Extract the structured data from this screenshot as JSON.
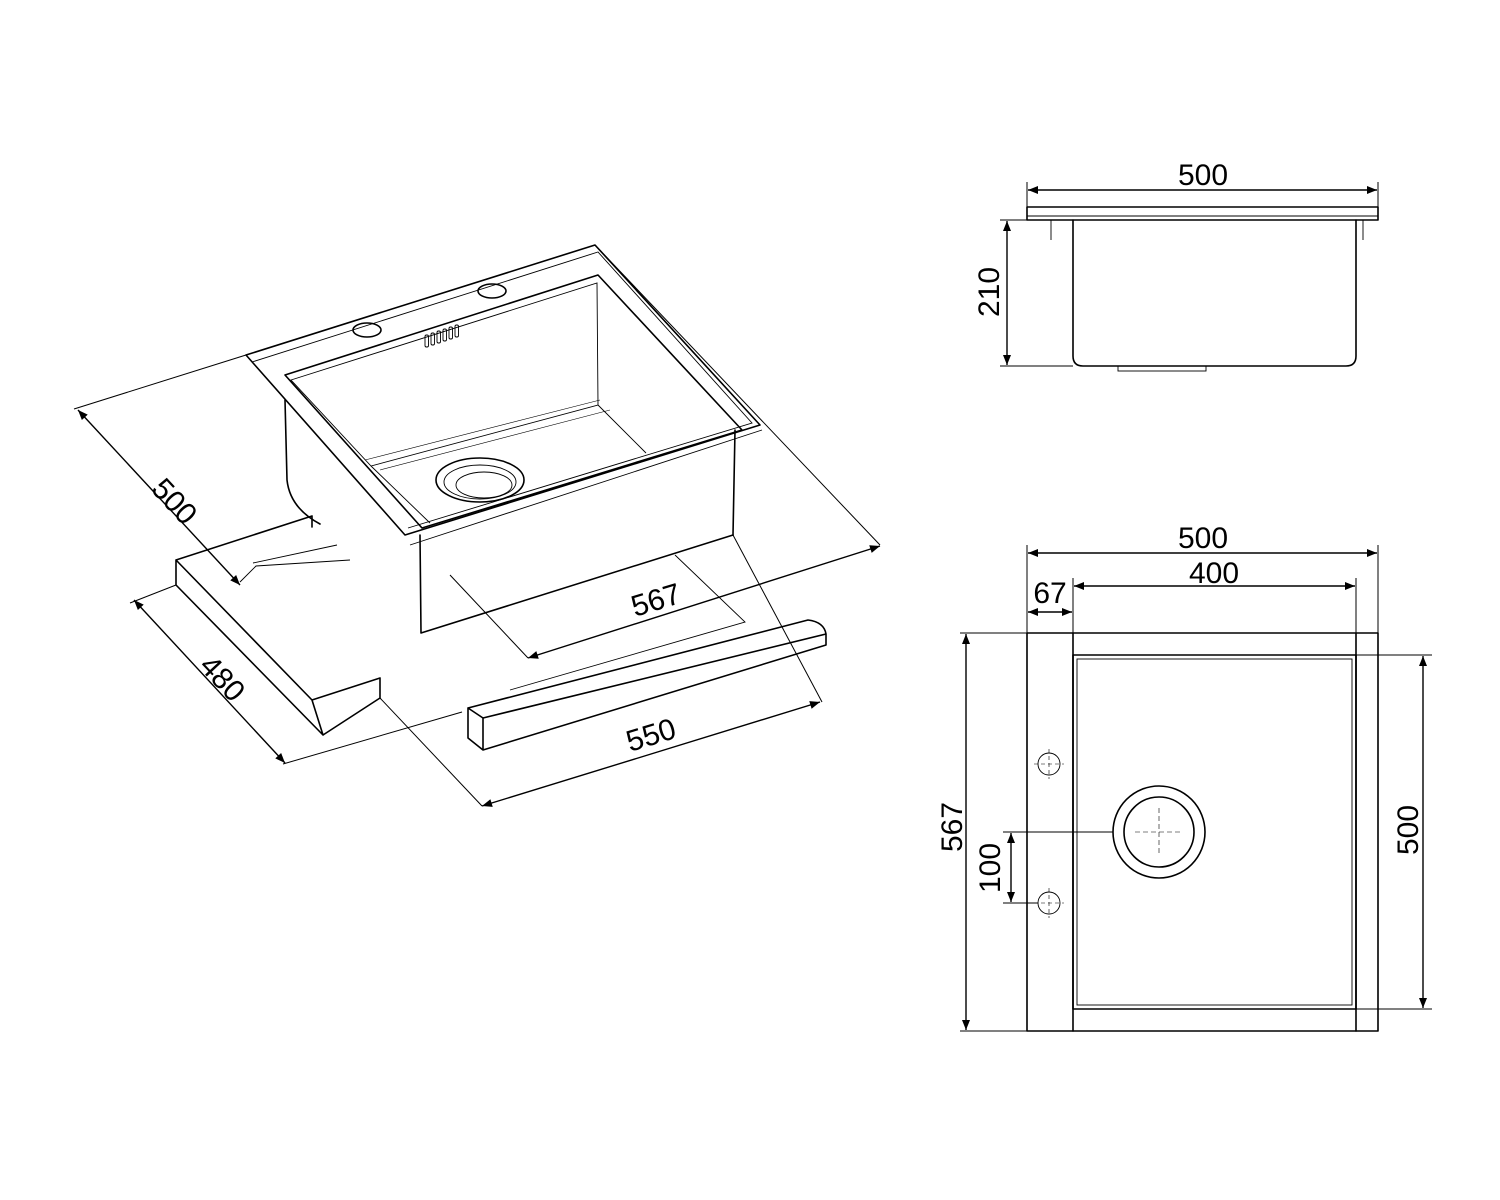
{
  "colors": {
    "line": "#000000",
    "background": "#ffffff"
  },
  "isometric_view": {
    "dimensions": {
      "depth_overall": "500",
      "width_overall": "567",
      "cutout_depth": "480",
      "cutout_width": "550"
    }
  },
  "side_view": {
    "dimensions": {
      "width": "500",
      "height": "210"
    }
  },
  "top_view": {
    "dimensions": {
      "overall_width": "500",
      "deck_width": "67",
      "bowl_width": "400",
      "overall_length": "567",
      "bowl_length": "500",
      "tap_hole_spacing": "100"
    }
  }
}
